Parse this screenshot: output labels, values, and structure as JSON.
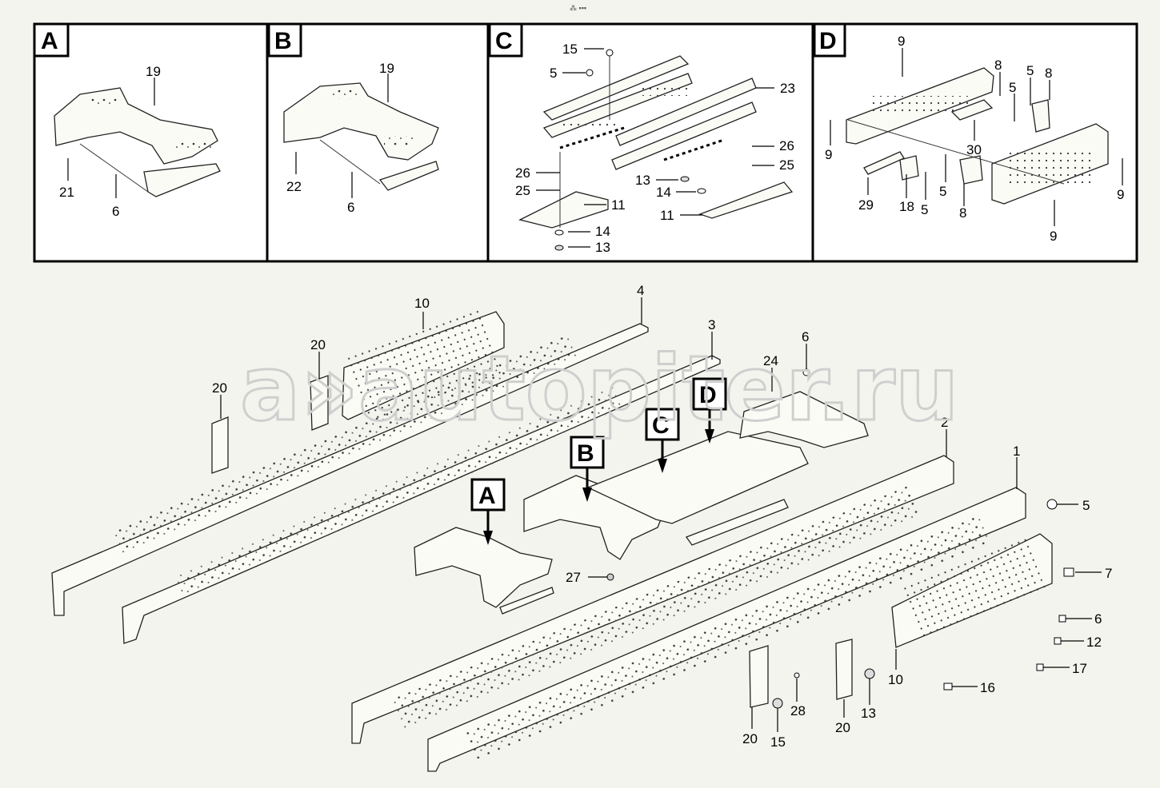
{
  "top_marker": "⁂ ▪▪▪",
  "watermark": "a»autopiter.ru",
  "panels": {
    "A": {
      "letter": "A",
      "labels": [
        "19",
        "21",
        "6"
      ]
    },
    "B": {
      "letter": "B",
      "labels": [
        "19",
        "22",
        "6"
      ]
    },
    "C": {
      "letter": "C",
      "labels": [
        "15",
        "5",
        "23",
        "26",
        "25",
        "11",
        "14",
        "13",
        "26",
        "25",
        "13",
        "14",
        "11"
      ]
    },
    "D": {
      "letter": "D",
      "labels": [
        "9",
        "8",
        "5",
        "5",
        "8",
        "9",
        "30",
        "29",
        "18",
        "5",
        "5",
        "8",
        "9",
        "9"
      ]
    }
  },
  "main": {
    "callouts": [
      "A",
      "B",
      "C",
      "D"
    ],
    "labels": [
      "10",
      "4",
      "3",
      "20",
      "20",
      "6",
      "24",
      "2",
      "1",
      "5",
      "7",
      "27",
      "6",
      "12",
      "17",
      "10",
      "16",
      "28",
      "13",
      "20",
      "15",
      "20"
    ]
  }
}
